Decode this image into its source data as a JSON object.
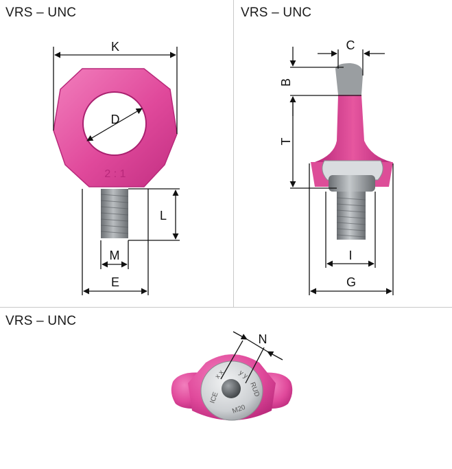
{
  "panels": [
    {
      "title": "VRS – UNC"
    },
    {
      "title": "VRS – UNC"
    },
    {
      "title": "VRS – UNC"
    }
  ],
  "labels": {
    "K": "K",
    "D": "D",
    "L": "L",
    "M": "M",
    "E": "E",
    "C": "C",
    "B": "B",
    "T": "T",
    "I": "I",
    "G": "G",
    "N": "N"
  },
  "part_marks": {
    "load_ratio": "2 : 1",
    "xx": "x x",
    "yy": "y y",
    "rud": "RUD",
    "ice": "ICE",
    "thread": "M20"
  },
  "colors": {
    "magenta": "#e0499b",
    "magenta_dark": "#b8287a",
    "magenta_light": "#f07cba",
    "steel": "#8e9295",
    "steel_dark": "#5f6367",
    "steel_light": "#d4d7da"
  }
}
